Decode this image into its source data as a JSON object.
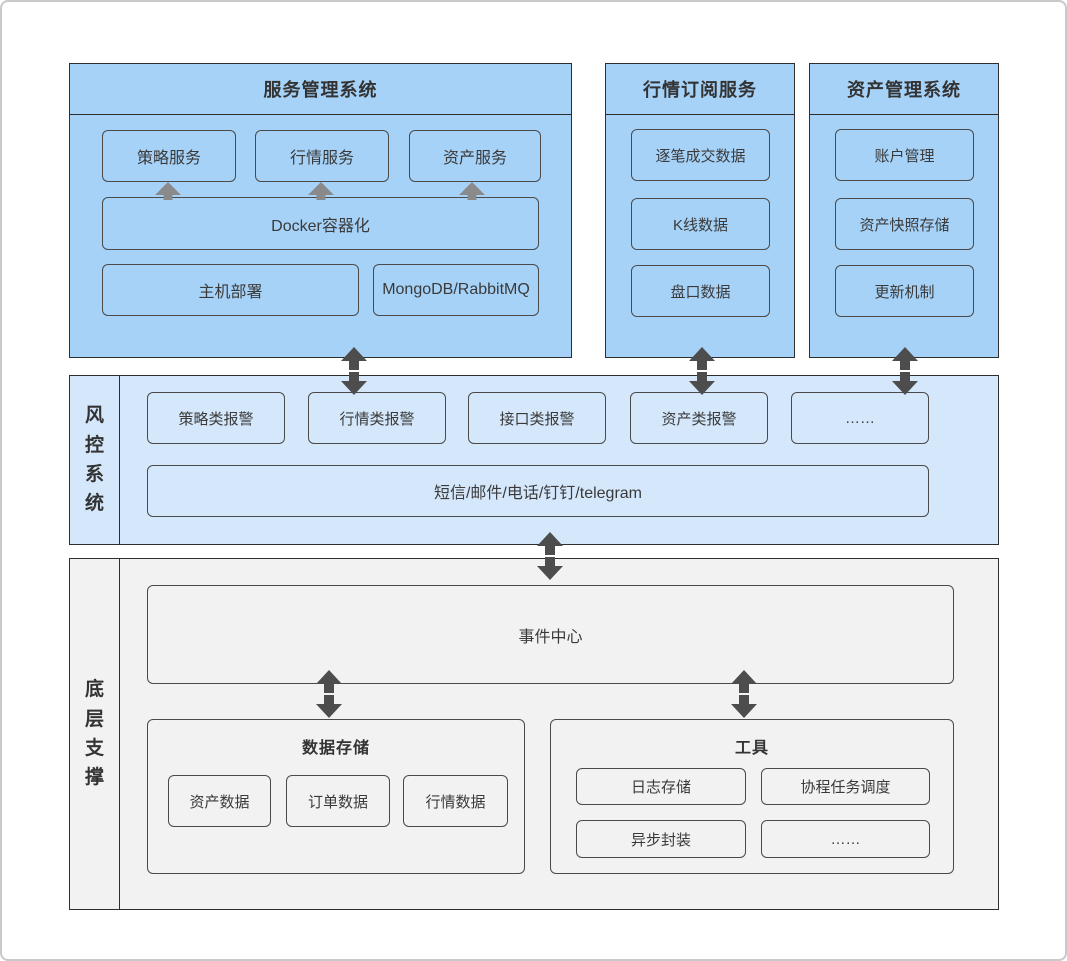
{
  "colors": {
    "top_panel_fill": "#a6d2f8",
    "risk_panel_fill": "#d5e8fb",
    "infra_panel_fill": "#f2f2f2",
    "panel_border": "#2e2e2e",
    "box_border": "#4a4a4a",
    "text": "#3a3a3a",
    "arrow_dark": "#4d4d4d",
    "arrow_light": "#8a8a8a",
    "frame_border": "#c9c9c9"
  },
  "service_panel": {
    "title": "服务管理系统",
    "services": [
      "策略服务",
      "行情服务",
      "资产服务"
    ],
    "docker": "Docker容器化",
    "host": "主机部署",
    "middleware": "MongoDB/RabbitMQ"
  },
  "market_panel": {
    "title": "行情订阅服务",
    "items": [
      "逐笔成交数据",
      "K线数据",
      "盘口数据"
    ]
  },
  "asset_panel": {
    "title": "资产管理系统",
    "items": [
      "账户管理",
      "资产快照存储",
      "更新机制"
    ]
  },
  "risk_panel": {
    "label": "风控系统",
    "alerts": [
      "策略类报警",
      "行情类报警",
      "接口类报警",
      "资产类报警",
      "……"
    ],
    "channels": "短信/邮件/电话/钉钉/telegram"
  },
  "infra_panel": {
    "label": "底层支撑",
    "event_center": "事件中心",
    "storage": {
      "title": "数据存储",
      "items": [
        "资产数据",
        "订单数据",
        "行情数据"
      ]
    },
    "tools": {
      "title": "工具",
      "items": [
        "日志存储",
        "协程任务调度",
        "异步封装",
        "……"
      ]
    }
  }
}
